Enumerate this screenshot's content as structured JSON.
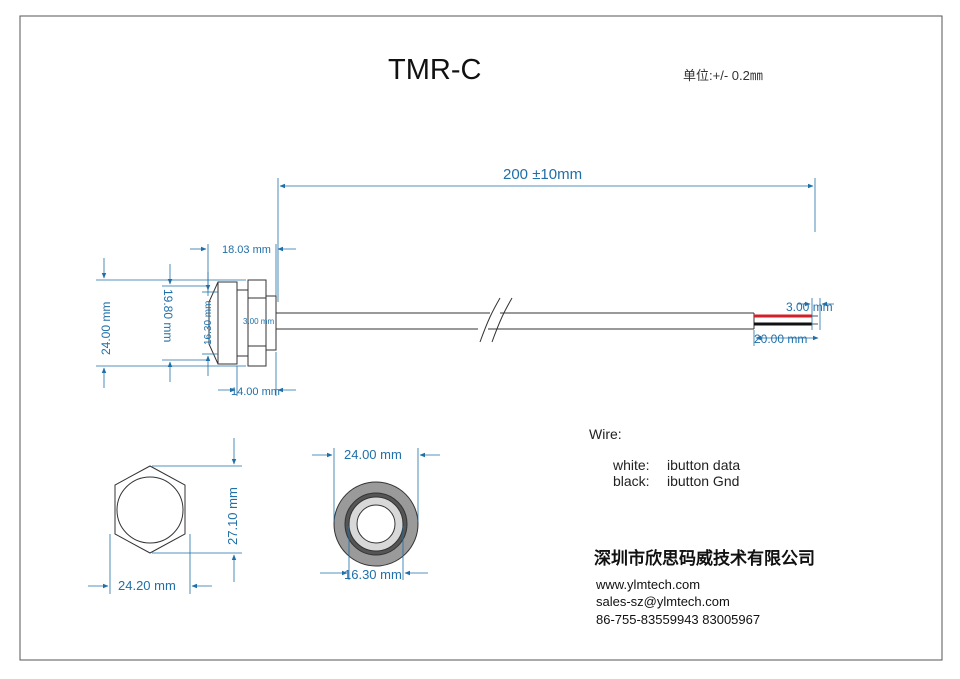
{
  "title": "TMR-C",
  "tolerance_note": "单位:+/- 0.2㎜",
  "colors": {
    "dimension": "#1f6fa8",
    "outline": "#333333",
    "wire_red": "#d0202a",
    "wire_black": "#111111"
  },
  "dimensions": {
    "cable_length": "200 ±10mm",
    "overall_length": "18.03 mm",
    "outer_height": "24.00 mm",
    "bezel_height": "19.80 mm",
    "head_height": "16.30 mm",
    "nut_thickness": "3.00 mm",
    "body_length": "14.00 mm",
    "wire_strip": "3.00 mm",
    "wire_end": "20.00 mm",
    "hex_height": "27.10 mm",
    "hex_width": "24.20 mm",
    "front_outer": "24.00 mm",
    "front_inner": "16.30 mm"
  },
  "wire_info": {
    "heading": "Wire:",
    "rows": [
      {
        "color": "white:",
        "function": "ibutton data"
      },
      {
        "color": "black:",
        "function": "ibutton Gnd"
      }
    ]
  },
  "company": {
    "name": "深圳市欣思码威技术有限公司",
    "website": "www.ylmtech.com",
    "email": "sales-sz@ylmtech.com",
    "phone": "86-755-83559943 83005967"
  }
}
